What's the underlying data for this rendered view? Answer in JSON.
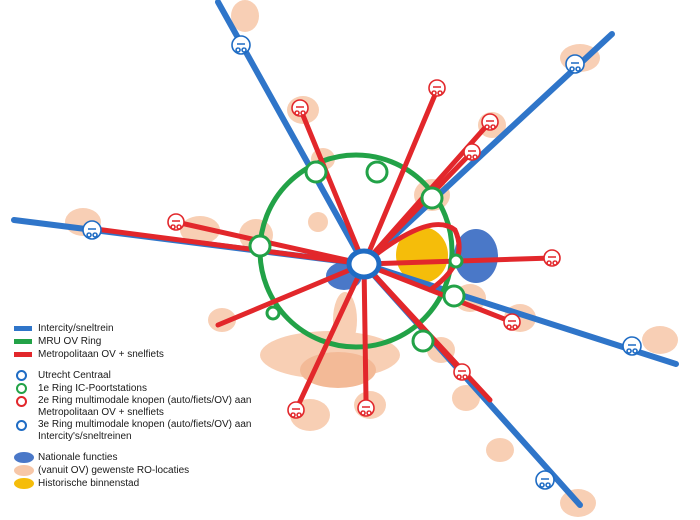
{
  "colors": {
    "intercity": "#2f75c9",
    "ring": "#22a247",
    "metro": "#e2272b",
    "peach": "#f7c7a8",
    "peach_dark": "#f2ae85",
    "national": "#4a78c8",
    "historic": "#f5bd0a"
  },
  "legend": {
    "intercity": "Intercity/sneltrein",
    "mru_ring": "MRU OV Ring",
    "metro": "Metropolitaan OV + snelfiets",
    "utrecht_centraal": "Utrecht Centraal",
    "ring1": "1e Ring IC-Poortstations",
    "ring2": "2e Ring multimodale knopen (auto/fiets/OV) aan Metropolitaan OV + snelfiets",
    "ring3": "3e Ring multimodale knopen (auto/fiets/OV) aan Intercity's/sneltreinen",
    "nationale": "Nationale functies",
    "ro_locaties": "(vanuit OV) gewenste RO-locaties",
    "binnenstad": "Historische binnenstad"
  },
  "icons": {
    "ring2_node": "car-bike-transit-icon-red",
    "ring3_node": "car-bike-transit-icon-blue"
  }
}
